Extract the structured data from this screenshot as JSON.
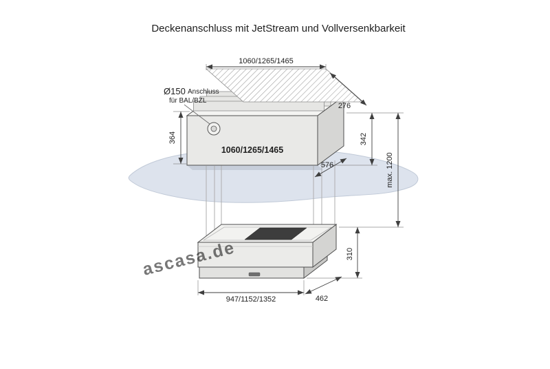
{
  "title": "Deckenanschluss mit JetStream und Vollversenkbarkeit",
  "watermark": "ascasa.de",
  "duct_connection": {
    "diameter": "Ø150",
    "label_line1": "Anschluss",
    "label_line2": "für BAL/BZL"
  },
  "dimensions": {
    "ceiling_cutout_width": "1060/1265/1465",
    "ceiling_cutout_depth": "276",
    "housing_height_left": "364",
    "housing_height_right": "342",
    "housing_width": "1060/1265/1465",
    "housing_depth": "576",
    "max_extension": "max. 1200",
    "panel_height": "310",
    "panel_width": "947/1152/1352",
    "panel_depth": "462"
  },
  "colors": {
    "ceiling_plane": "#dde3ed",
    "housing_front": "#e9e9e7",
    "filter_panel": "#3d3d3d",
    "dimension_line": "#3f3f3f",
    "watermark": "#bcbcbc"
  }
}
